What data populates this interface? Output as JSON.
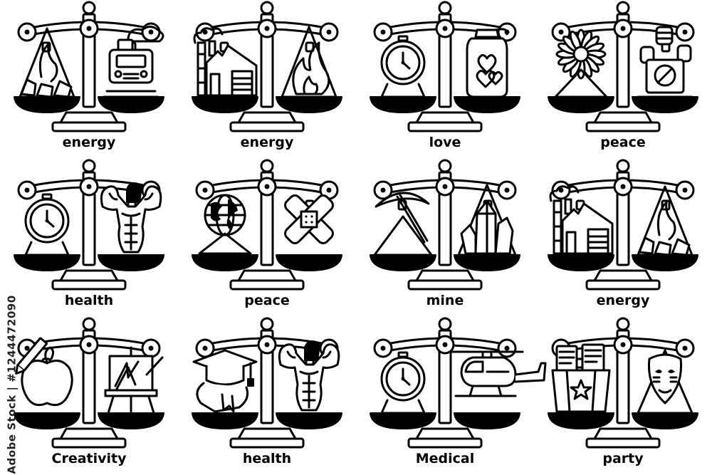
{
  "scales": [
    {
      "label": "energy",
      "left_icon": "fire-crystals-icon",
      "right_icon": "train-icon"
    },
    {
      "label": "energy",
      "left_icon": "factory-house-icon",
      "right_icon": "fire-icon"
    },
    {
      "label": "love",
      "left_icon": "clock-icon",
      "right_icon": "jar-of-hearts-icon"
    },
    {
      "label": "peace",
      "left_icon": "flower-icon",
      "right_icon": "protest-fists-icon"
    },
    {
      "label": "health",
      "left_icon": "clock-icon",
      "right_icon": "bodybuilder-icon"
    },
    {
      "label": "peace",
      "left_icon": "globe-icon",
      "right_icon": "bandage-icon"
    },
    {
      "label": "mine",
      "left_icon": "pickaxe-icon",
      "right_icon": "crystals-icon"
    },
    {
      "label": "energy",
      "left_icon": "factory-house-icon",
      "right_icon": "fire-crystals-icon"
    },
    {
      "label": "Creativity",
      "left_icon": "apple-pencil-icon",
      "right_icon": "easel-icon"
    },
    {
      "label": "health",
      "left_icon": "graduation-cap-icon",
      "right_icon": "bodybuilder-icon"
    },
    {
      "label": "Medical",
      "left_icon": "clock-icon",
      "right_icon": "helicopter-icon"
    },
    {
      "label": "party",
      "left_icon": "popcorn-box-icon",
      "right_icon": "mask-icon"
    }
  ],
  "watermark": "Adobe Stock | #1244472090",
  "colors": {
    "ink": "#000000",
    "paper": "#ffffff"
  }
}
